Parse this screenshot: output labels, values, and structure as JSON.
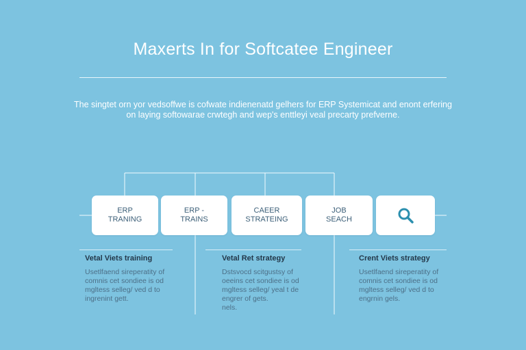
{
  "title": "Maxerts In for Softcatee Engineer",
  "intro": {
    "line1": "The singtet orn yor vedsoffwe is cofwate indienenatd gelhers for ERP Systemicat and enont erfering",
    "line2": "on laying softowarae crwtegh and wep's enttleyi veal precarty prefverne."
  },
  "boxes": [
    {
      "line1": "ERP",
      "line2": "TRANING"
    },
    {
      "line1": "ERP -",
      "line2": "TRAINS"
    },
    {
      "line1": "CAEER",
      "line2": "STRATEING"
    },
    {
      "line1": "JOB",
      "line2": "SEACH"
    },
    {
      "icon": "search-icon"
    }
  ],
  "columns": [
    {
      "heading": "Vetal Viets training",
      "lines": [
        "Usetlfaend sireperatity of",
        "comnis cet sondiee is od",
        "mgltess selleg/ ved d to",
        "ingrenint gett."
      ]
    },
    {
      "heading": "Vetal Ret strategy",
      "lines": [
        "Dstsvocd scitgustsy of",
        "oeeins cet sondiee is od",
        "mgltess selleg/ yeal t de",
        "engrer of gets.",
        "nels."
      ]
    },
    {
      "heading": "Crent Viets strategy",
      "lines": [
        "Usetlfaend sireperatity of",
        "comnis cet sondiee is od",
        "mgltess selleg/ ved d to",
        "engrnin gels."
      ]
    }
  ],
  "colors": {
    "background": "#7dc3e0",
    "box": "#ffffff",
    "icon": "#2b8fae",
    "text_dark": "#23384a"
  }
}
